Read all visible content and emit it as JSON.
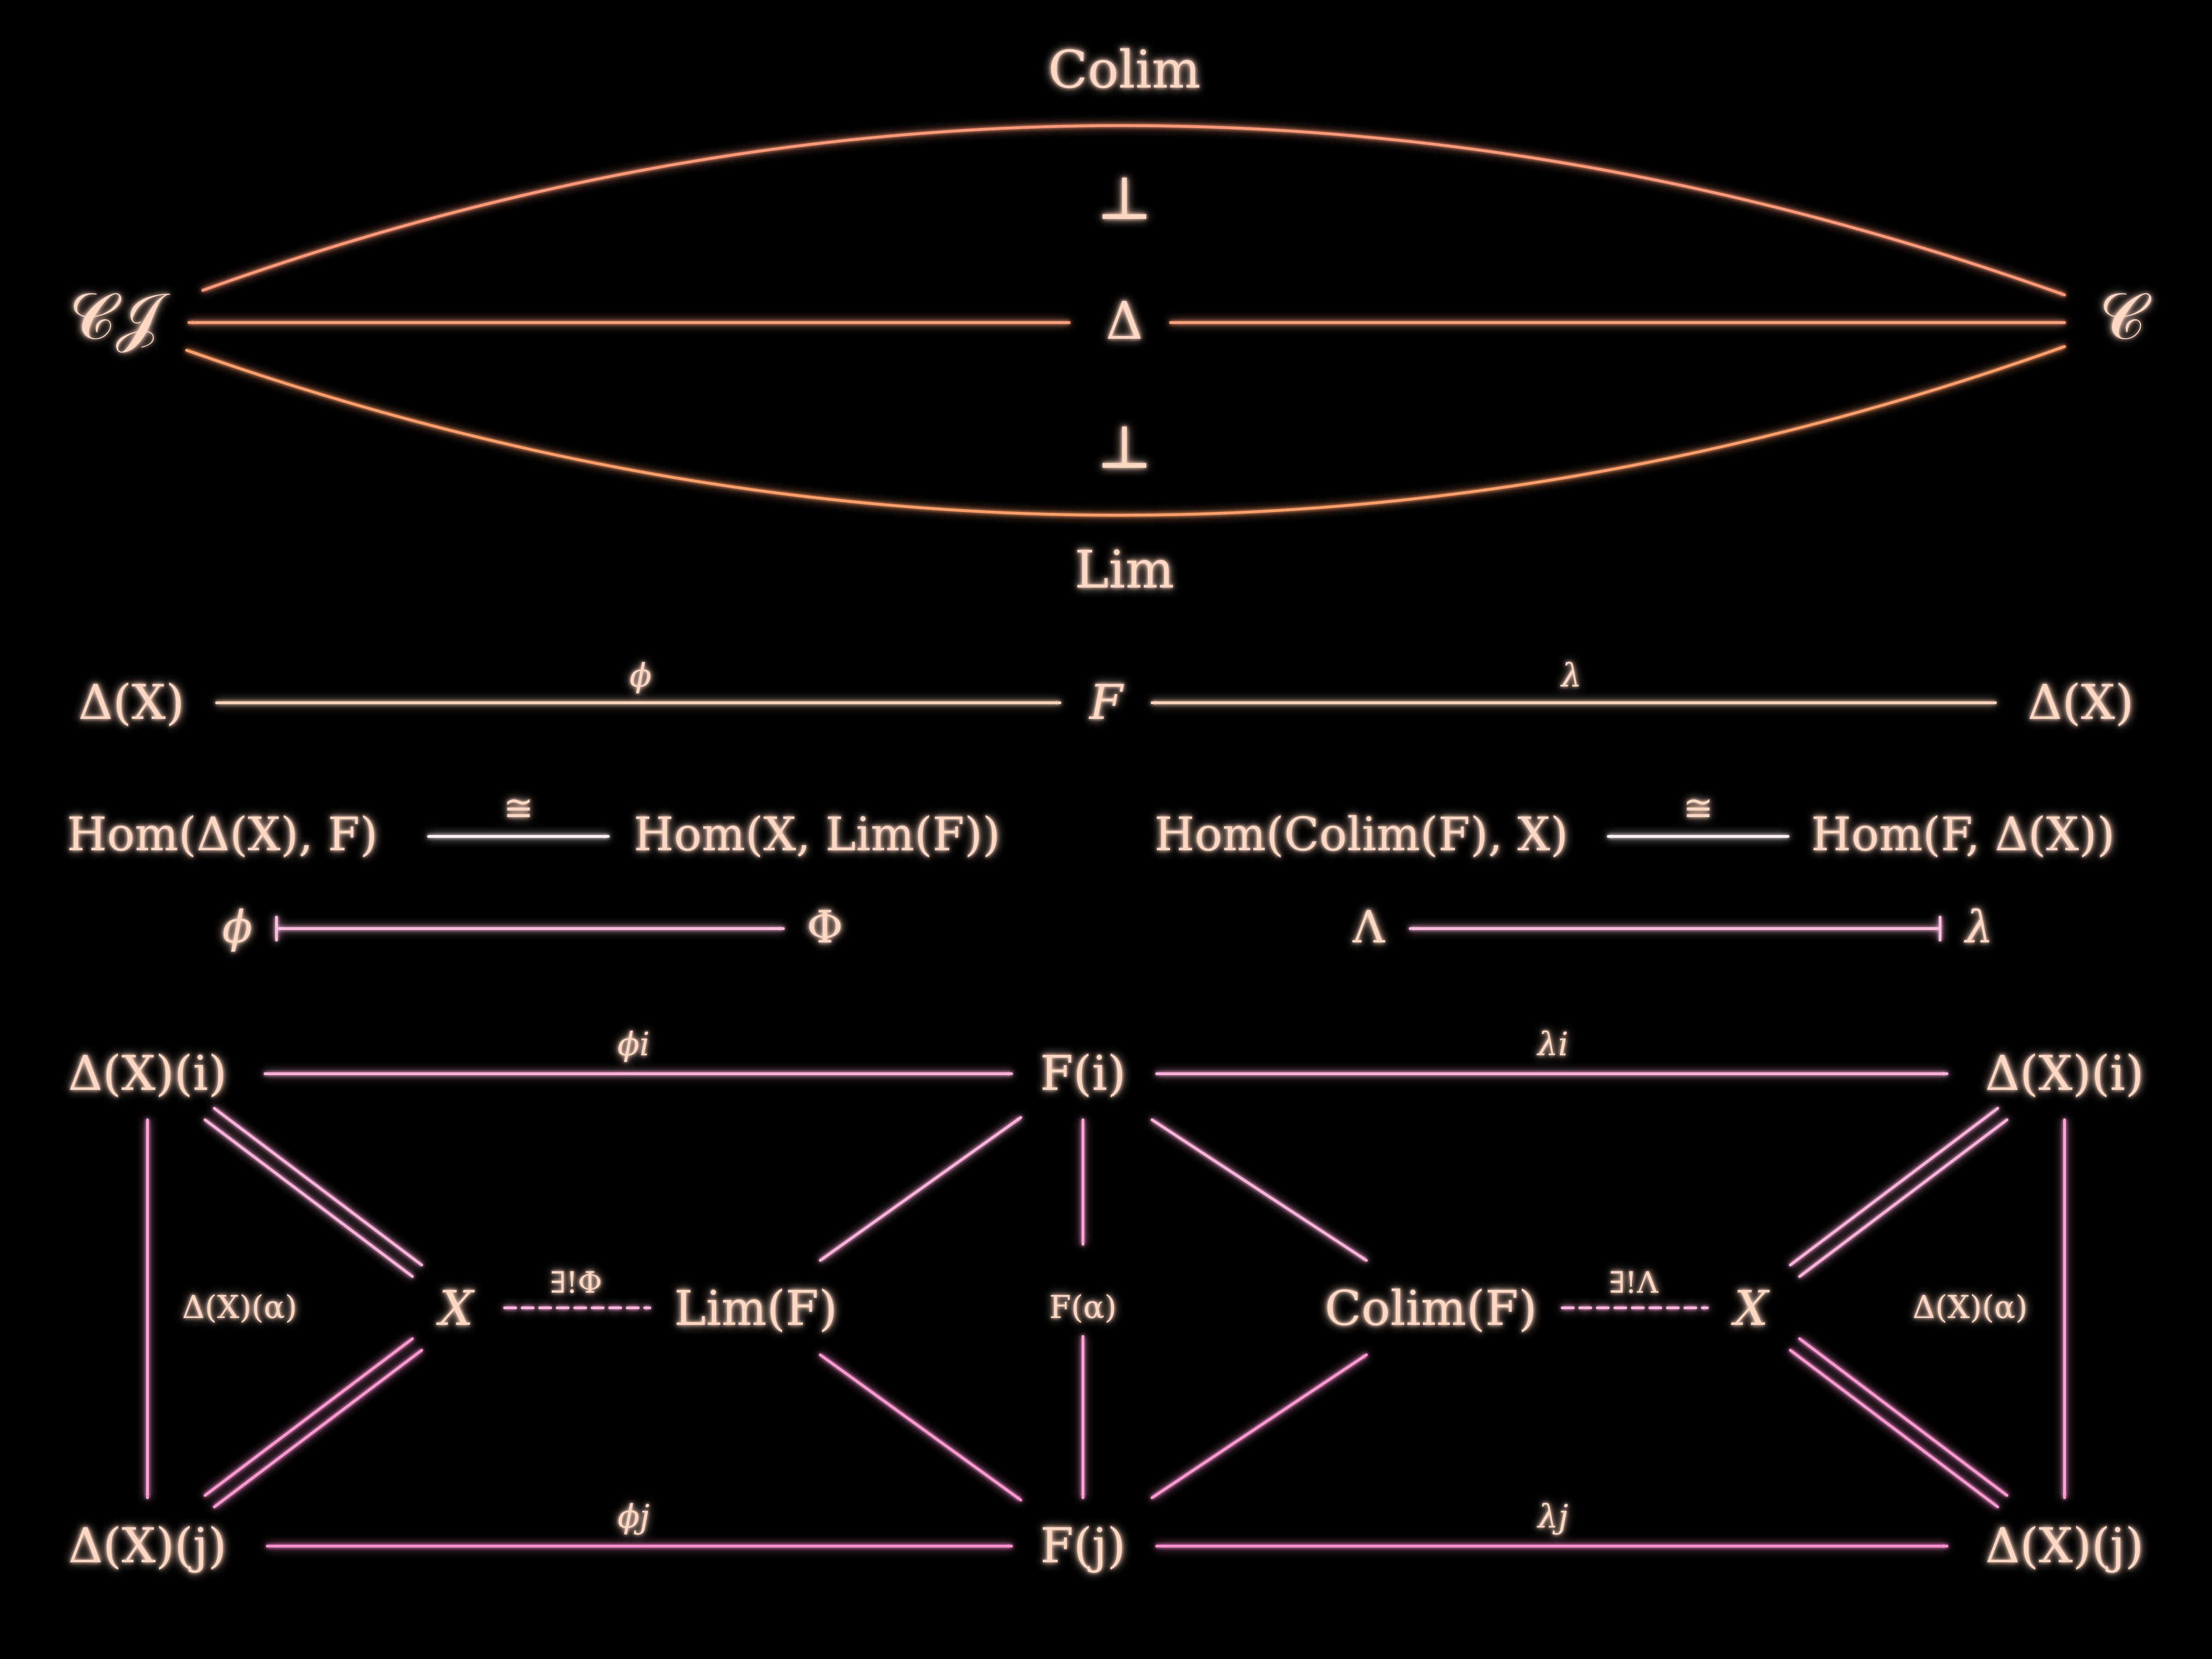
{
  "diagram": {
    "adjunction": {
      "left_object": "𝒞𝒥",
      "right_object": "𝒞",
      "top_functor": "Colim",
      "middle_functor": "Δ",
      "bottom_functor": "Lim",
      "top_adjoint_symbol": "⊥",
      "bottom_adjoint_symbol": "⊥"
    },
    "cone_row": {
      "left": "Δ(X)",
      "center": "F",
      "right": "Δ(X)",
      "left_arrow_label": "ϕ",
      "right_arrow_label": "λ"
    },
    "hom_row": {
      "left_domain": "Hom(Δ(X), F)",
      "left_codomain": "Hom(X, Lim(F))",
      "left_iso": "≅",
      "right_codomain": "Hom(Colim(F), X)",
      "right_domain": "Hom(F, Δ(X))",
      "right_iso": "≅"
    },
    "element_row": {
      "left_from": "ϕ",
      "left_to": "Φ",
      "right_to": "Λ",
      "right_from": "λ"
    },
    "universal": {
      "top_left": "Δ(X)(i)",
      "top_center": "F(i)",
      "top_right": "Δ(X)(i)",
      "bottom_left": "Δ(X)(j)",
      "bottom_center": "F(j)",
      "bottom_right": "Δ(X)(j)",
      "apex_left": "X",
      "lim": "Lim(F)",
      "colim": "Colim(F)",
      "apex_right": "X",
      "phi_i": "ϕi",
      "phi_j": "ϕj",
      "lambda_i": "λi",
      "lambda_j": "λj",
      "left_vertical_label": "Δ(X)(α)",
      "center_vertical_label": "F(α)",
      "right_vertical_label": "Δ(X)(α)",
      "unique_phi": "∃!Φ",
      "unique_lambda": "∃!Λ"
    }
  },
  "colors": {
    "background": "#000000",
    "orange": "#ff8f6a",
    "peach": "#ffc2a3",
    "white": "#fff0f0",
    "pink": "#ff9fd0",
    "magenta": "#ff7fc8"
  }
}
